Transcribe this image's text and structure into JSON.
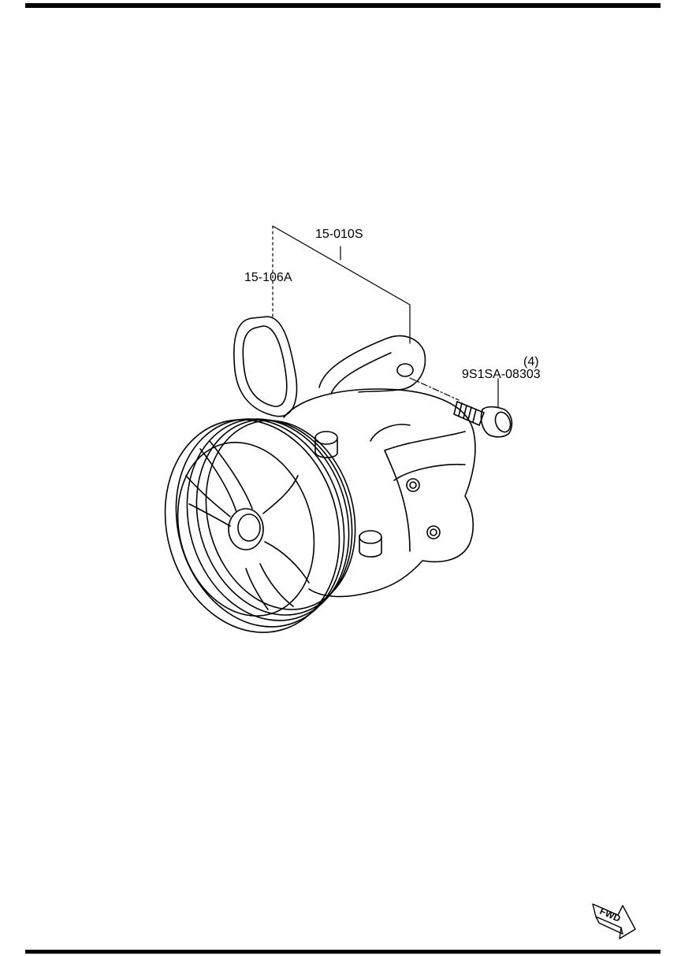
{
  "labels": {
    "part_pump_assembly": "15-010S",
    "part_oring": "15-106A",
    "part_bolt": "9S1SA-08303",
    "bolt_quantity": "(4)"
  },
  "fwd_arrow": {
    "text": "FWD",
    "icon": "forward-arrow-icon"
  },
  "colors": {
    "line": "#000000",
    "background": "#ffffff"
  }
}
